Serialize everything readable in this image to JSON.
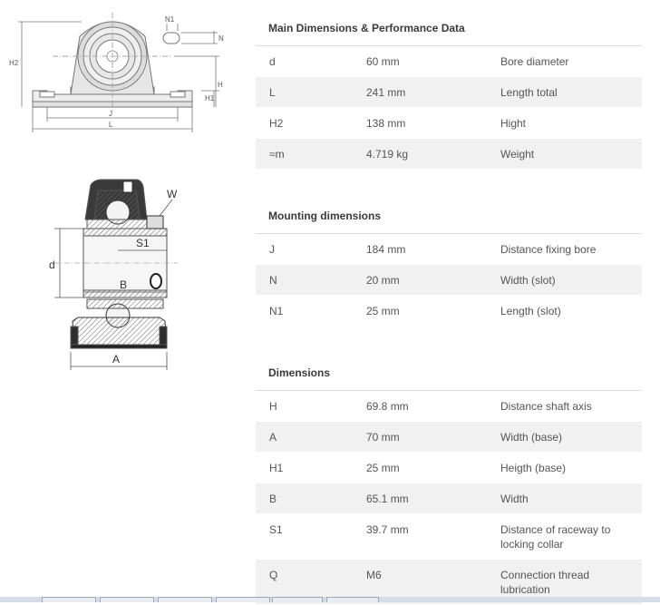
{
  "drawing": {
    "top_labels": {
      "n1": "N1",
      "n": "N",
      "h2": "H2",
      "h": "H",
      "h1": "H1",
      "j": "J",
      "l": "L"
    },
    "bottom_labels": {
      "w": "W",
      "s1": "S1",
      "d": "d",
      "b": "B",
      "a": "A"
    }
  },
  "sections": {
    "main": {
      "title": "Main Dimensions & Performance Data",
      "rows": [
        {
          "sym": "d",
          "value": "60 mm",
          "desc": "Bore diameter"
        },
        {
          "sym": "L",
          "value": "241 mm",
          "desc": "Length total"
        },
        {
          "sym": "H2",
          "value": "138 mm",
          "desc": "Hight"
        },
        {
          "sym": "≈m",
          "value": "4.719 kg",
          "desc": "Weight"
        }
      ]
    },
    "mounting": {
      "title": "Mounting dimensions",
      "rows": [
        {
          "sym": "J",
          "value": "184 mm",
          "desc": "Distance fixing bore"
        },
        {
          "sym": "N",
          "value": "20 mm",
          "desc": "Width (slot)"
        },
        {
          "sym": "N1",
          "value": "25 mm",
          "desc": "Length (slot)"
        }
      ]
    },
    "dimensions": {
      "title": "Dimensions",
      "rows": [
        {
          "sym": "H",
          "value": "69.8 mm",
          "desc": "Distance shaft axis"
        },
        {
          "sym": "A",
          "value": "70 mm",
          "desc": "Width (base)"
        },
        {
          "sym": "H1",
          "value": "25 mm",
          "desc": "Heigth (base)"
        },
        {
          "sym": "B",
          "value": "65.1 mm",
          "desc": "Width"
        },
        {
          "sym": "S1",
          "value": "39.7 mm",
          "desc": "Distance of raceway to locking collar"
        },
        {
          "sym": "Q",
          "value": "M6",
          "desc": "Connection thread lubrication"
        }
      ]
    }
  }
}
